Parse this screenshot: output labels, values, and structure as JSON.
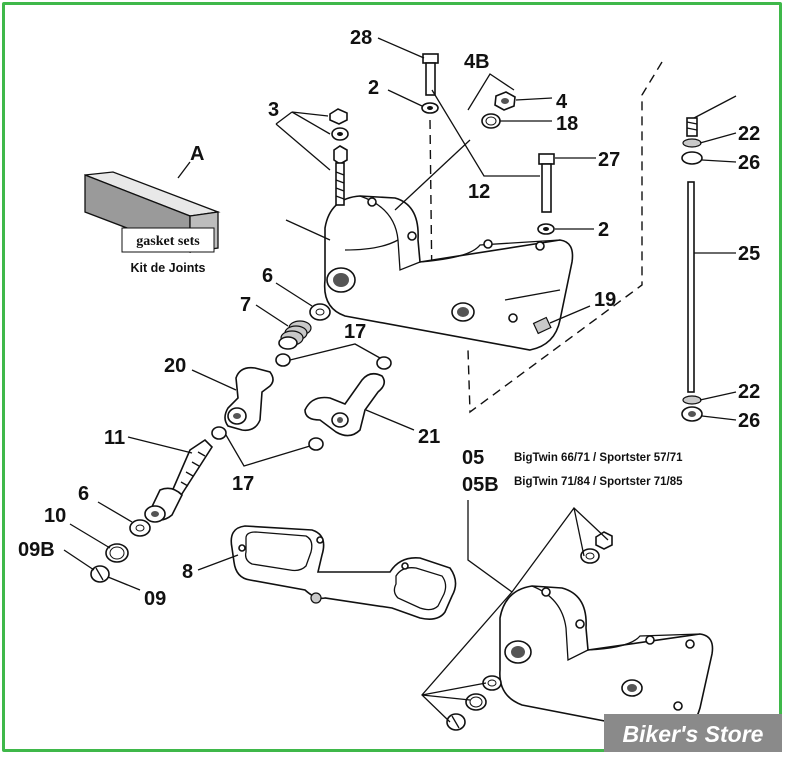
{
  "labels": {
    "l28": "28",
    "l4b": "4B",
    "l2a": "2",
    "l4": "4",
    "l18": "18",
    "l3": "3",
    "la": "A",
    "l27": "27",
    "l12": "12",
    "l2b": "2",
    "l22a": "22",
    "l26a": "26",
    "l25": "25",
    "l22b": "22",
    "l26b": "26",
    "l6a": "6",
    "l7": "7",
    "l17a": "17",
    "l19": "19",
    "l20": "20",
    "l21": "21",
    "l11": "11",
    "l17b": "17",
    "l05": "05",
    "l05b": "05B",
    "l6b": "6",
    "l10": "10",
    "l09b": "09B",
    "l09": "09",
    "l8": "8"
  },
  "notes": {
    "n05": "BigTwin 66/71 / Sportster 57/71",
    "n05b": "BigTwin 71/84 / Sportster 71/85"
  },
  "gasket_box": {
    "title": "gasket sets",
    "caption": "Kit de Joints"
  },
  "brand": {
    "name": "Biker's Store"
  },
  "colors": {
    "frame": "#3fb84a",
    "ink": "#111111",
    "brand_bg": "#8a8a8a"
  }
}
